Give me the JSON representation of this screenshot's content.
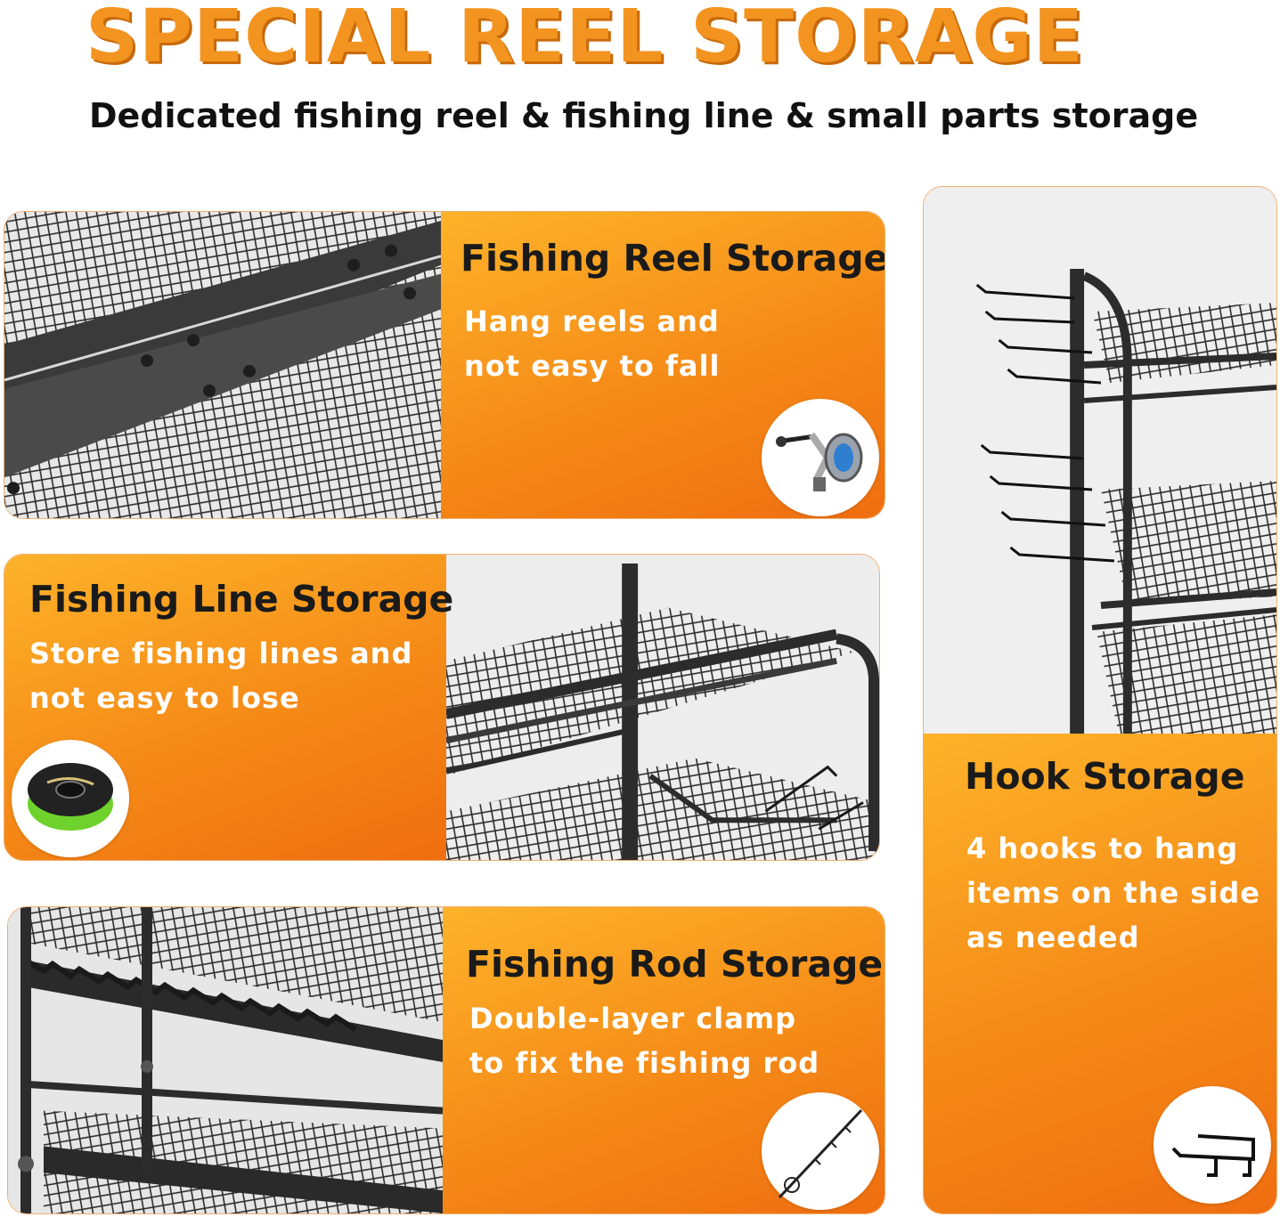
{
  "header": {
    "title": "SPECIAL REEL STORAGE",
    "subtitle": "Dedicated fishing reel & fishing line & small parts storage"
  },
  "features": {
    "reel": {
      "title": "Fishing Reel Storage",
      "desc_lines": [
        "Hang reels and",
        "not easy to fall"
      ],
      "icon": "fishing-reel-icon"
    },
    "line": {
      "title": "Fishing Line Storage",
      "desc_lines": [
        "Store fishing lines and",
        "not easy to lose"
      ],
      "icon": "fishing-line-spool-icon"
    },
    "rod": {
      "title": "Fishing Rod Storage",
      "desc_lines": [
        "Double-layer clamp",
        "to fix the fishing rod"
      ],
      "icon": "fishing-rod-icon"
    },
    "hook": {
      "title": "Hook Storage",
      "desc_lines": [
        "4 hooks to hang",
        "items on the side",
        "as needed"
      ],
      "icon": "hook-icon"
    }
  },
  "colors": {
    "title_orange": "#f39420",
    "panel_orange_light": "#fdb32a",
    "panel_orange_dark": "#ef6e10",
    "card_title_text": "#1a1a1a",
    "card_desc_text": "#ffffff"
  }
}
